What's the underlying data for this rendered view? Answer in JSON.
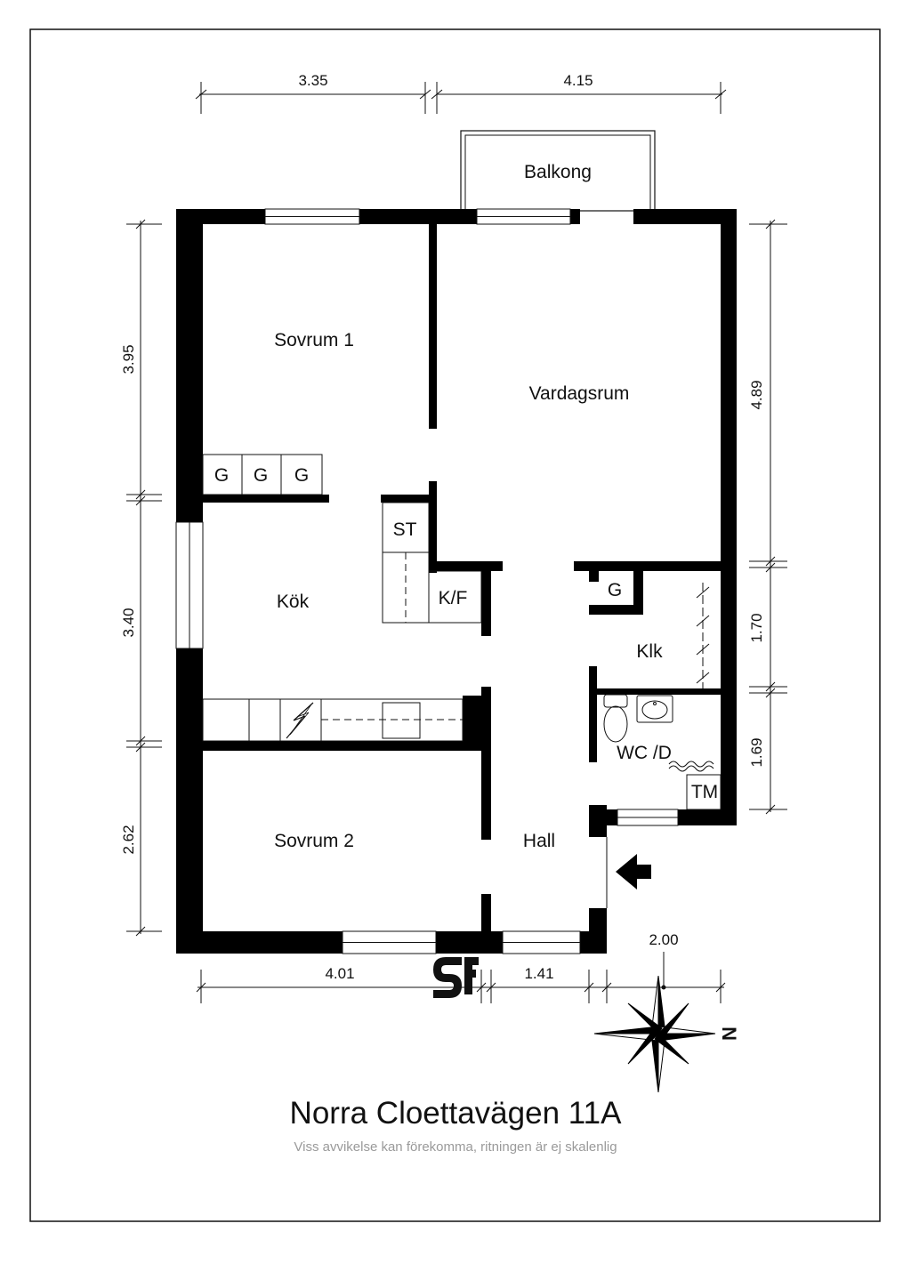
{
  "rooms": {
    "balkong": "Balkong",
    "sovrum1": "Sovrum 1",
    "vardagsrum": "Vardagsrum",
    "kok": "Kök",
    "klk": "Klk",
    "wc": "WC /D",
    "sovrum2": "Sovrum 2",
    "hall": "Hall"
  },
  "fixtures": {
    "wardrobe": "G",
    "st": "ST",
    "kf": "K/F",
    "tm": "TM"
  },
  "dimensions": {
    "top_left": "3.35",
    "top_right": "4.15",
    "left_top": "3.95",
    "left_mid": "3.40",
    "left_bottom": "2.62",
    "right_top": "4.89",
    "right_mid": "1.70",
    "right_bottom": "1.69",
    "bottom_left": "4.01",
    "bottom_mid": "1.41",
    "bottom_right": "2.00"
  },
  "compass": {
    "north_label": "N"
  },
  "title": "Norra Cloettavägen 11A",
  "subtitle": "Viss avvikelse kan förekomma, ritningen är ej skalenlig",
  "logo_text": "SF"
}
